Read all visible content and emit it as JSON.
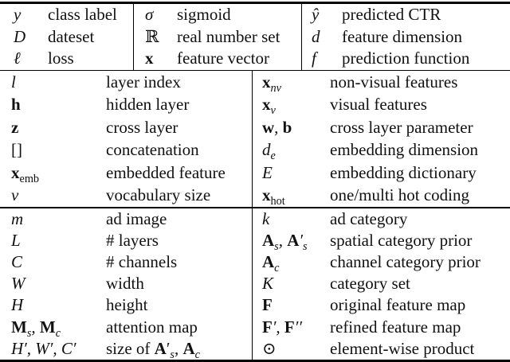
{
  "table": {
    "description": "notation table",
    "sections": [
      {
        "name": "general",
        "groups": [
          {
            "rows": [
              {
                "sym": "y",
                "label": "class label"
              },
              {
                "sym": "D",
                "label": "dateset"
              },
              {
                "sym": "ℓ",
                "label": "loss"
              }
            ]
          },
          {
            "rows": [
              {
                "sym": "σ",
                "label": "sigmoid"
              },
              {
                "sym": "~ℝ~",
                "label": "real number set"
              },
              {
                "sym": "*x*",
                "label": "feature vector"
              }
            ]
          },
          {
            "rows": [
              {
                "sym": "ŷ",
                "label": "predicted CTR"
              },
              {
                "sym": "d",
                "label": "feature dimension"
              },
              {
                "sym": "f",
                "label": "prediction function"
              }
            ]
          }
        ]
      },
      {
        "name": "embedding-and-cross-network",
        "groups": [
          {
            "rows": [
              {
                "sym": "l",
                "label": "layer index"
              },
              {
                "sym": "*h*",
                "label": "hidden layer"
              },
              {
                "sym": "*z*",
                "label": "cross layer"
              },
              {
                "sym": "~[]~",
                "label": "concatenation"
              },
              {
                "sym": "*x*_{~emb~}",
                "label": "embedded feature"
              },
              {
                "sym": "v",
                "label": "vocabulary size"
              }
            ]
          },
          {
            "rows": [
              {
                "sym": "*x*_{nv}",
                "label": "non-visual features"
              },
              {
                "sym": "*x*_{v}",
                "label": "visual features"
              },
              {
                "sym": "*w*, *b*",
                "label": "cross layer parameter"
              },
              {
                "sym": "d_{e}",
                "label": "embedding dimension"
              },
              {
                "sym": "E",
                "label": "embedding dictionary"
              },
              {
                "sym": "*x*_{~hot~}",
                "label": "one/multi hot coding"
              }
            ]
          }
        ]
      },
      {
        "name": "image-network",
        "groups": [
          {
            "rows": [
              {
                "sym": "m",
                "label": "ad image"
              },
              {
                "sym": "L",
                "label": "# layers"
              },
              {
                "sym": "C",
                "label": "# channels"
              },
              {
                "sym": "W",
                "label": "width"
              },
              {
                "sym": "H",
                "label": "height"
              },
              {
                "sym": "*M*_{s}, *M*_{c}",
                "label": "attention map"
              },
              {
                "sym": "H′, W′, C′",
                "label": "size of *A*′_{/s/}, *A*_{/c/}"
              }
            ]
          },
          {
            "rows": [
              {
                "sym": "k",
                "label": "ad category"
              },
              {
                "sym": "*A*_{s}, *A*′_{s}",
                "label": "spatial category prior"
              },
              {
                "sym": "*A*_{c}",
                "label": "channel category prior"
              },
              {
                "sym": "K",
                "label": "category set"
              },
              {
                "sym": "*F*",
                "label": "original feature map"
              },
              {
                "sym": "*F*′, *F*′′",
                "label": "refined feature map"
              },
              {
                "sym": "~⊙~",
                "label": "element-wise product"
              }
            ]
          }
        ]
      }
    ]
  },
  "colors": {
    "background": "#ffffff",
    "text": "#111111",
    "rule": "#000000"
  }
}
